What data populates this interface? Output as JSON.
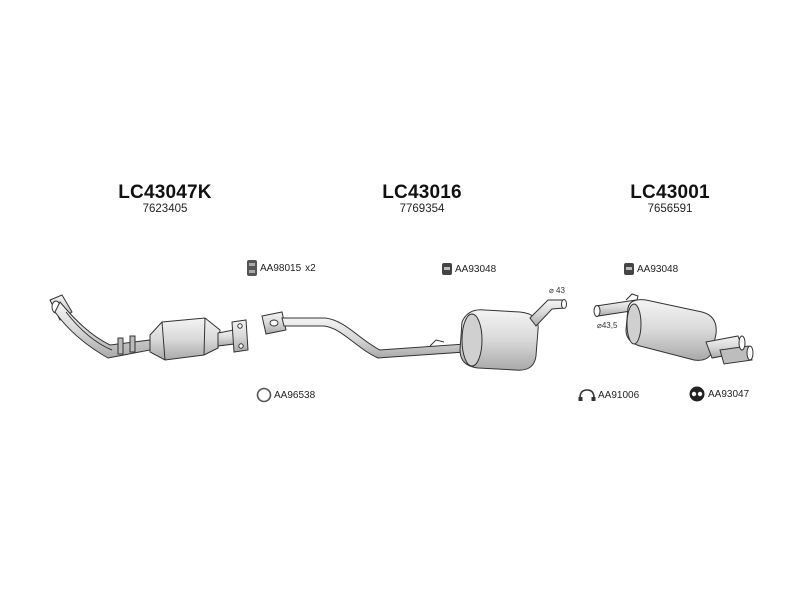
{
  "assemblies": [
    {
      "part": "LC43047K",
      "oem": "7623405"
    },
    {
      "part": "LC43016",
      "oem": "7769354"
    },
    {
      "part": "LC43001",
      "oem": "7656591"
    }
  ],
  "accessories": {
    "rubber_hanger_x2": {
      "code": "AA98015",
      "qty": "x2"
    },
    "hanger_mid": {
      "code": "AA93048"
    },
    "hanger_rear": {
      "code": "AA93048"
    },
    "ring_gasket": {
      "code": "AA96538"
    },
    "clamp": {
      "code": "AA91006"
    },
    "rubber_ring": {
      "code": "AA93047"
    }
  },
  "dimensions": {
    "mid_outlet": "⌀ 43",
    "rear_inlet": "⌀43,5"
  },
  "colors": {
    "line": "#333333",
    "body_fill": "#e6e6e6",
    "shade": "#bdbdbd"
  }
}
